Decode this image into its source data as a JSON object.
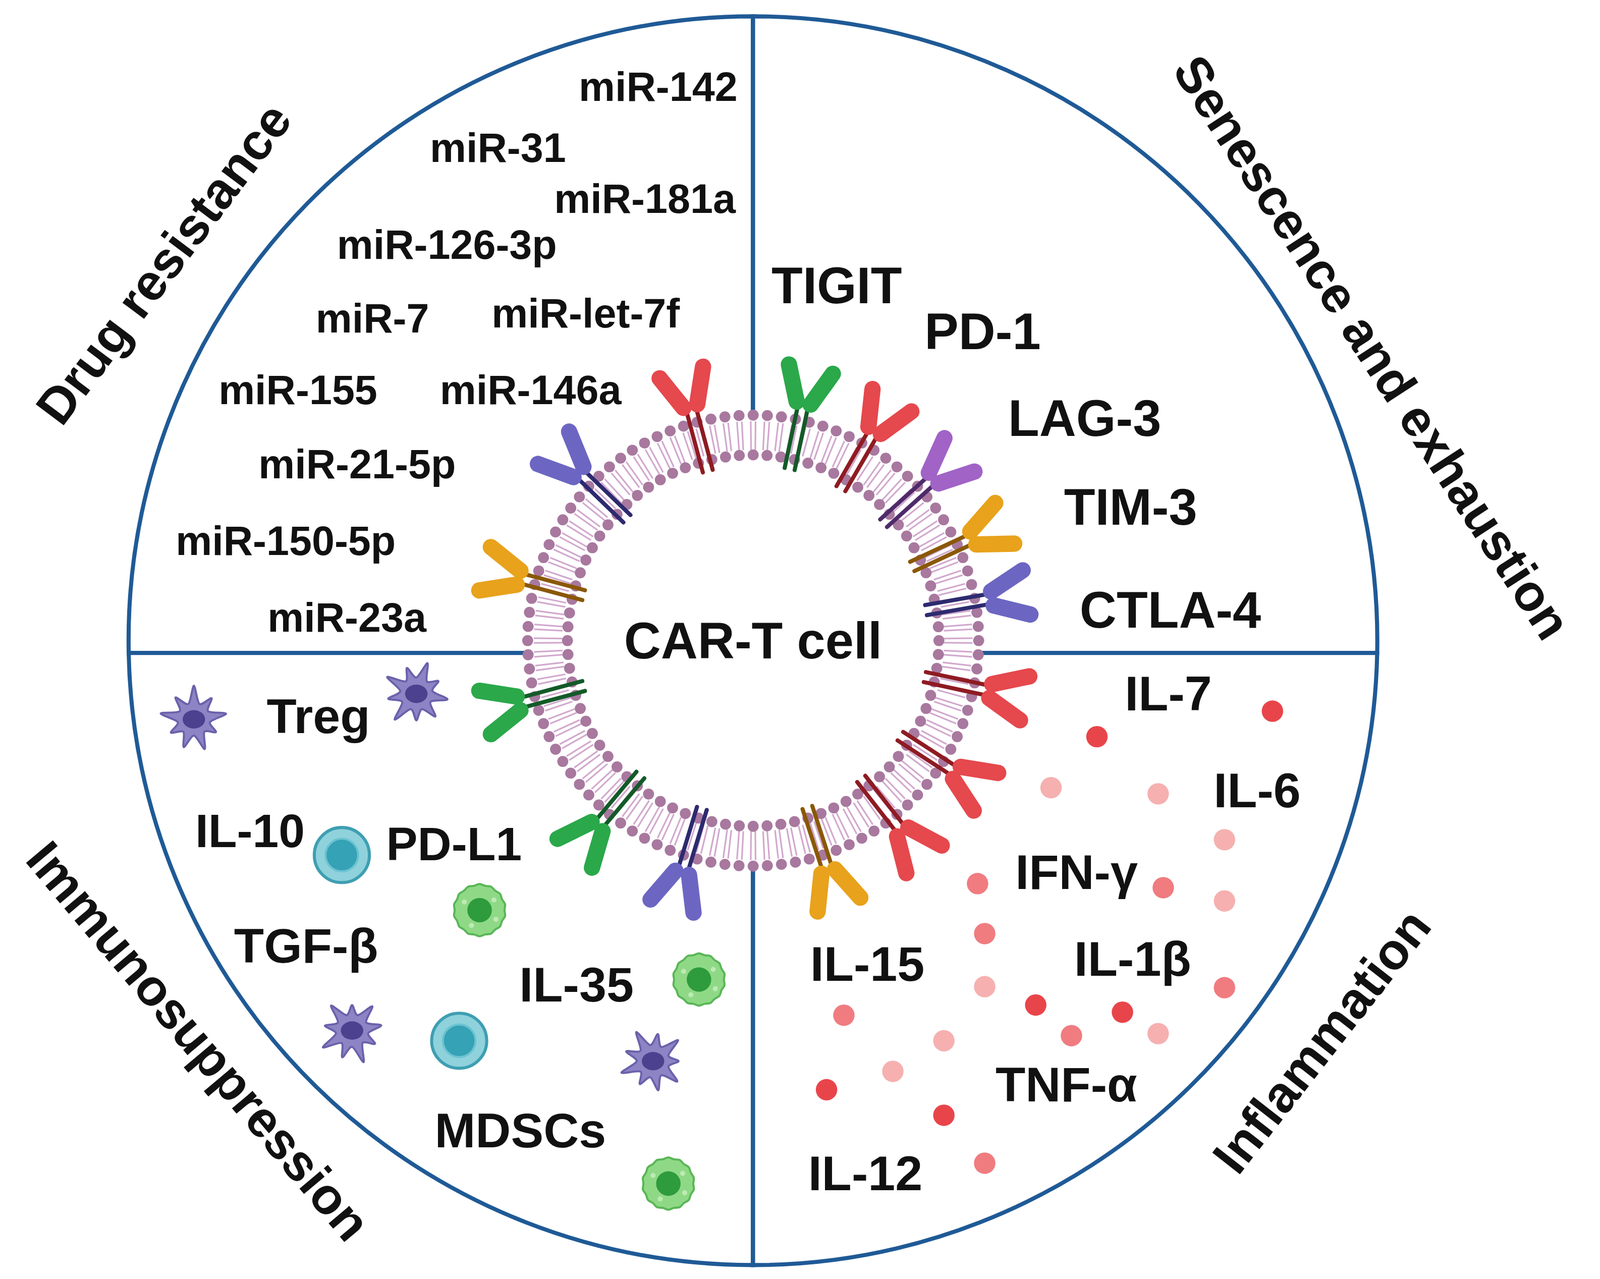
{
  "diagram": {
    "nodes": [
      {
        "text": [
          "Drug resistance",
          "miR-142",
          "miR-31",
          "miR-181a",
          "miR-126-3p",
          "miR-7",
          "miR-let-7f",
          "miR-155",
          "miR-146a",
          "miR-21-5p",
          "miR-150-5p",
          "miR-23a"
        ]
      },
      {
        "text": [
          "Senescence and exhaustion",
          "TIGIT",
          "PD-1",
          "LAG-3",
          "TIM-3",
          "CTLA-4"
        ]
      },
      {
        "text": [
          "Immunosuppression",
          "Treg",
          "IL-10",
          "PD-L1",
          "TGF-β",
          "IL-35",
          "MDSCs"
        ]
      },
      {
        "text": [
          "Inflammation",
          "IL-7",
          "IL-6",
          "IFN-γ",
          "IL-15",
          "IL-1β",
          "TNF-α",
          "IL-12"
        ]
      },
      {
        "text": [
          "CAR-T cell"
        ]
      }
    ]
  }
}
